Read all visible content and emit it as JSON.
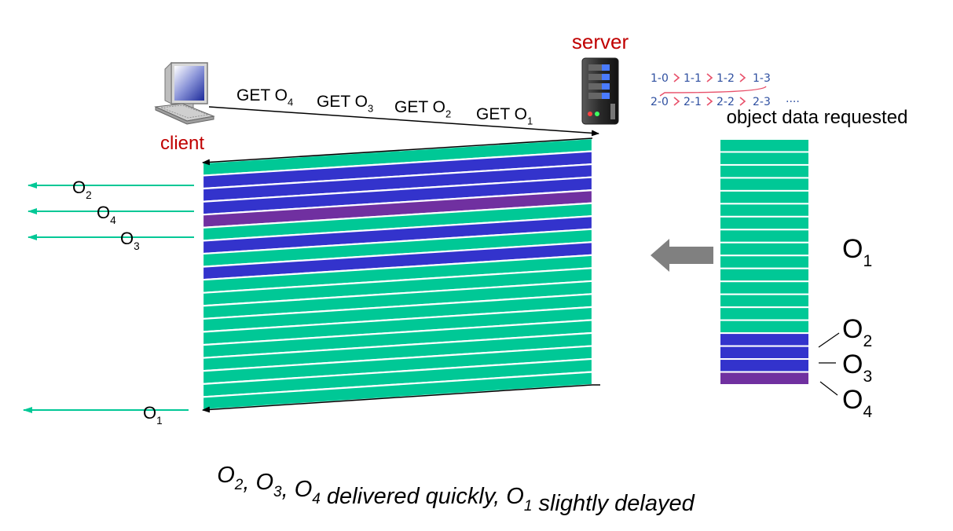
{
  "colors": {
    "green": "#00c896",
    "blue": "#3333cc",
    "purple": "#7030a0",
    "red_label": "#c00000",
    "hw_blue": "#2e4fa0",
    "hw_red": "#e8506a",
    "grey_arrow": "#808080"
  },
  "labels": {
    "server": "server",
    "client": "client",
    "object_data_requested": "object data requested"
  },
  "requests": [
    {
      "text": "GET O",
      "sub": "4"
    },
    {
      "text": "GET O",
      "sub": "3"
    },
    {
      "text": "GET O",
      "sub": "2"
    },
    {
      "text": "GET O",
      "sub": "1"
    }
  ],
  "delivery_order": [
    {
      "label": "O",
      "sub": "2"
    },
    {
      "label": "O",
      "sub": "4"
    },
    {
      "label": "O",
      "sub": "3"
    },
    {
      "label": "O",
      "sub": "1"
    }
  ],
  "frame_sequence": [
    "green",
    "blue",
    "blue",
    "blue",
    "purple",
    "green",
    "blue",
    "green",
    "blue",
    "green",
    "green",
    "green",
    "green",
    "green",
    "green",
    "green",
    "green",
    "green",
    "green"
  ],
  "object_stack": {
    "segments": [
      "green",
      "green",
      "green",
      "green",
      "green",
      "green",
      "green",
      "green",
      "green",
      "green",
      "green",
      "green",
      "green",
      "green",
      "green",
      "blue",
      "blue",
      "blue",
      "purple"
    ],
    "labels": [
      {
        "label": "O",
        "sub": "1"
      },
      {
        "label": "O",
        "sub": "2"
      },
      {
        "label": "O",
        "sub": "3"
      },
      {
        "label": "O",
        "sub": "4"
      }
    ]
  },
  "handwritten_notes": {
    "row1": [
      "1-0",
      "1-1",
      "1-2",
      "1-3"
    ],
    "row2": [
      "2-0",
      "2-1",
      "2-2",
      "2-3"
    ],
    "row2_ellipsis": "...."
  },
  "caption": {
    "parts": [
      {
        "text": "O",
        "sub": "2"
      },
      {
        "text": ", O",
        "sub": "3"
      },
      {
        "text": ", O",
        "sub": "4"
      },
      {
        "text": " delivered quickly, O",
        "sub": "1"
      },
      {
        "text": " slightly delayed",
        "sub": ""
      }
    ]
  }
}
